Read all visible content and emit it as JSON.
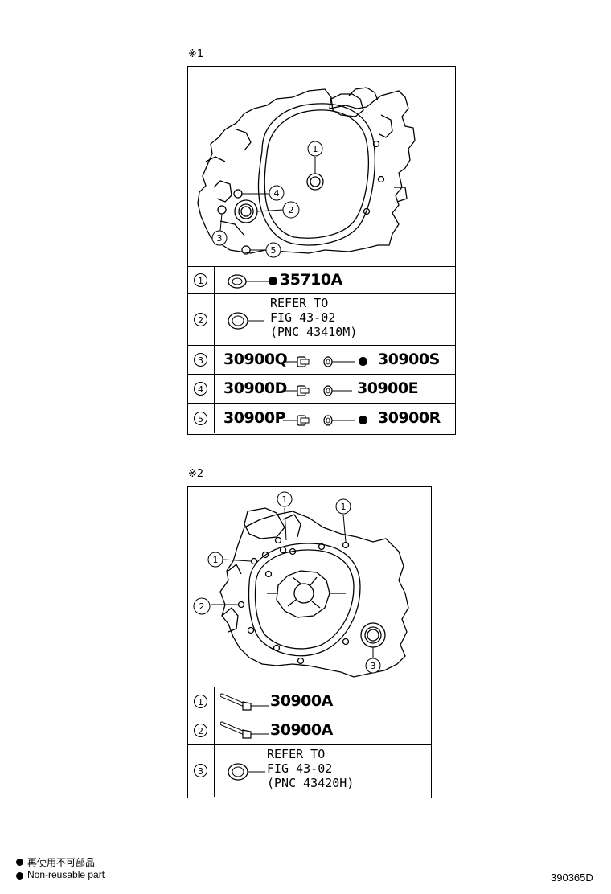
{
  "panel1": {
    "label": "※1",
    "callouts": [
      "1",
      "2",
      "3",
      "4",
      "5"
    ],
    "rows": [
      {
        "num": "1",
        "part_right": "35710A",
        "nonreusable_right": true
      },
      {
        "num": "2",
        "ref_lines": [
          "REFER TO",
          "FIG 43-02",
          "(PNC 43410M)"
        ]
      },
      {
        "num": "3",
        "part_left": "30900Q",
        "part_right": "30900S",
        "nonreusable_right": true
      },
      {
        "num": "4",
        "part_left": "30900D",
        "part_right": "30900E",
        "nonreusable_right": false
      },
      {
        "num": "5",
        "part_left": "30900P",
        "part_right": "30900R",
        "nonreusable_right": true
      }
    ]
  },
  "panel2": {
    "label": "※2",
    "callouts": [
      "1",
      "1",
      "1",
      "2",
      "3"
    ],
    "rows": [
      {
        "num": "1",
        "part_right": "30900A"
      },
      {
        "num": "2",
        "part_right": "30900A"
      },
      {
        "num": "3",
        "ref_lines": [
          "REFER TO",
          "FIG 43-02",
          "(PNC 43420H)"
        ]
      }
    ]
  },
  "legend": {
    "line1": "再使用不可部品",
    "line2": "Non-reusable part"
  },
  "figure_code": "390365D"
}
